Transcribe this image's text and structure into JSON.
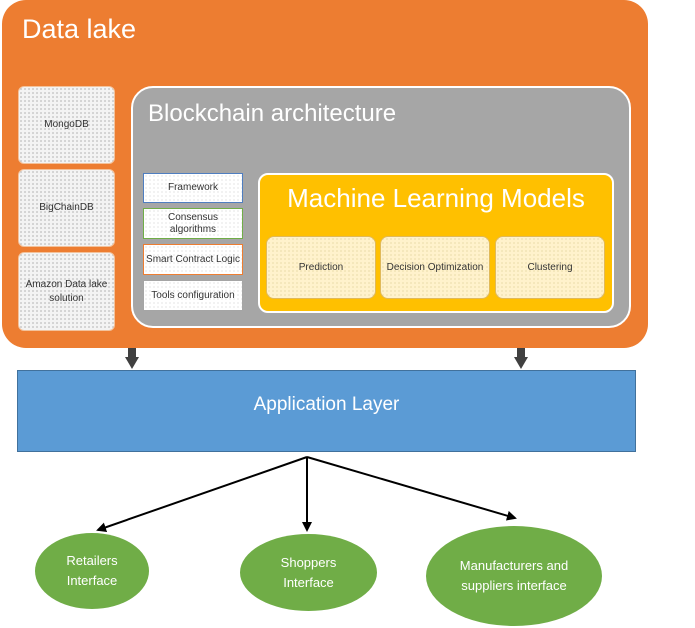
{
  "data_lake": {
    "title": "Data lake",
    "stores": [
      "MongoDB",
      "BigChainDB",
      "Amazon Data lake solution"
    ]
  },
  "blockchain": {
    "title": "Blockchain architecture",
    "items": [
      "Framework",
      "Consensus algorithms",
      "Smart Contract Logic",
      "Tools configuration"
    ]
  },
  "ml_models": {
    "title": "Machine Learning Models",
    "items": [
      "Prediction",
      "Decision Optimization",
      "Clustering"
    ]
  },
  "application_layer": {
    "label": "Application Layer"
  },
  "interfaces": [
    "Retailers Interface",
    "Shoppers Interface",
    "Manufacturers and suppliers interface"
  ],
  "colors": {
    "data_lake": "#ed7d31",
    "blockchain": "#a6a6a6",
    "ml_models": "#ffc000",
    "application_layer": "#5b9bd5",
    "interfaces": "#70ad47"
  }
}
